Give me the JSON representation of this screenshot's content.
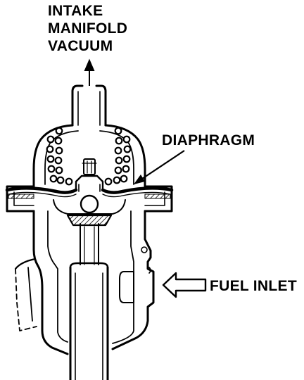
{
  "figure": {
    "labels": {
      "intake": [
        "INTAKE",
        "MANIFOLD",
        "VACUUM"
      ],
      "diaphragm": "DIAPHRAGM",
      "fuel_inlet": "FUEL INLET"
    },
    "colors": {
      "ink": "#000000",
      "background": "#ffffff"
    }
  }
}
